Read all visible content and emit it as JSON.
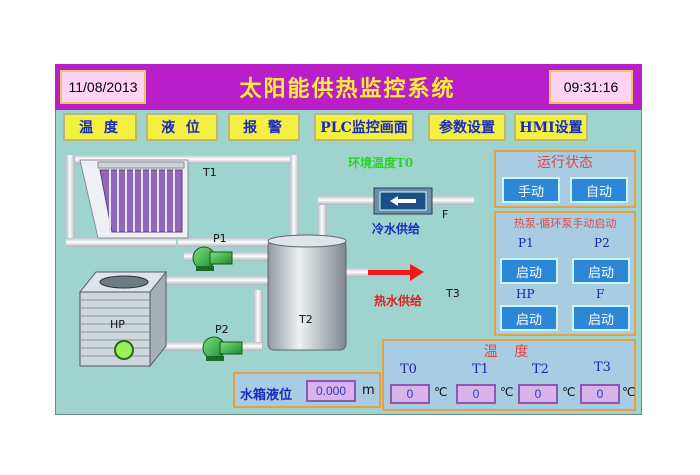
{
  "header": {
    "date": "11/08/2013",
    "title": "太阳能供热监控系统",
    "time": "09:31:16"
  },
  "nav": [
    {
      "label": "温 度"
    },
    {
      "label": "液 位"
    },
    {
      "label": "报 警"
    },
    {
      "label": "PLC监控画面"
    },
    {
      "label": "参数设置"
    },
    {
      "label": "HMI设置"
    }
  ],
  "diagram": {
    "collector_label": "T1",
    "pump1_label": "P1",
    "pump2_label": "P2",
    "tank_label": "T2",
    "heatpump_label": "HP",
    "ambient_temp_label": "环境温度T0",
    "cold_water_label": "冷水供给",
    "valve_label": "F",
    "hot_water_label": "热水供给",
    "hot_water_temp_label": "T3",
    "tank_level_label": "水箱液位",
    "tank_level_value": "0.000",
    "tank_level_unit": "m"
  },
  "run_status": {
    "title": "运行状态",
    "manual_label": "手动",
    "auto_label": "自动"
  },
  "manual_start": {
    "title": "热泵-循环泵手动启动",
    "items": [
      {
        "name": "P1",
        "button": "启动"
      },
      {
        "name": "P2",
        "button": "启动"
      },
      {
        "name": "HP",
        "button": "启动"
      },
      {
        "name": "F",
        "button": "启动"
      }
    ]
  },
  "temperature": {
    "title": "温 度",
    "unit": "℃",
    "sensors": [
      {
        "name": "T0",
        "value": "0"
      },
      {
        "name": "T1",
        "value": "0"
      },
      {
        "name": "T2",
        "value": "0"
      },
      {
        "name": "T3",
        "value": "0"
      }
    ]
  },
  "colors": {
    "background": "#9fd3cd",
    "titlebar": "#b91ec8",
    "title_text": "#ffee33",
    "nav_button": "#f2f040",
    "panel": "#a8cce2",
    "panel_border": "#e4a044",
    "action_button": "#2e86d6",
    "pipe": "#e8eef0"
  }
}
